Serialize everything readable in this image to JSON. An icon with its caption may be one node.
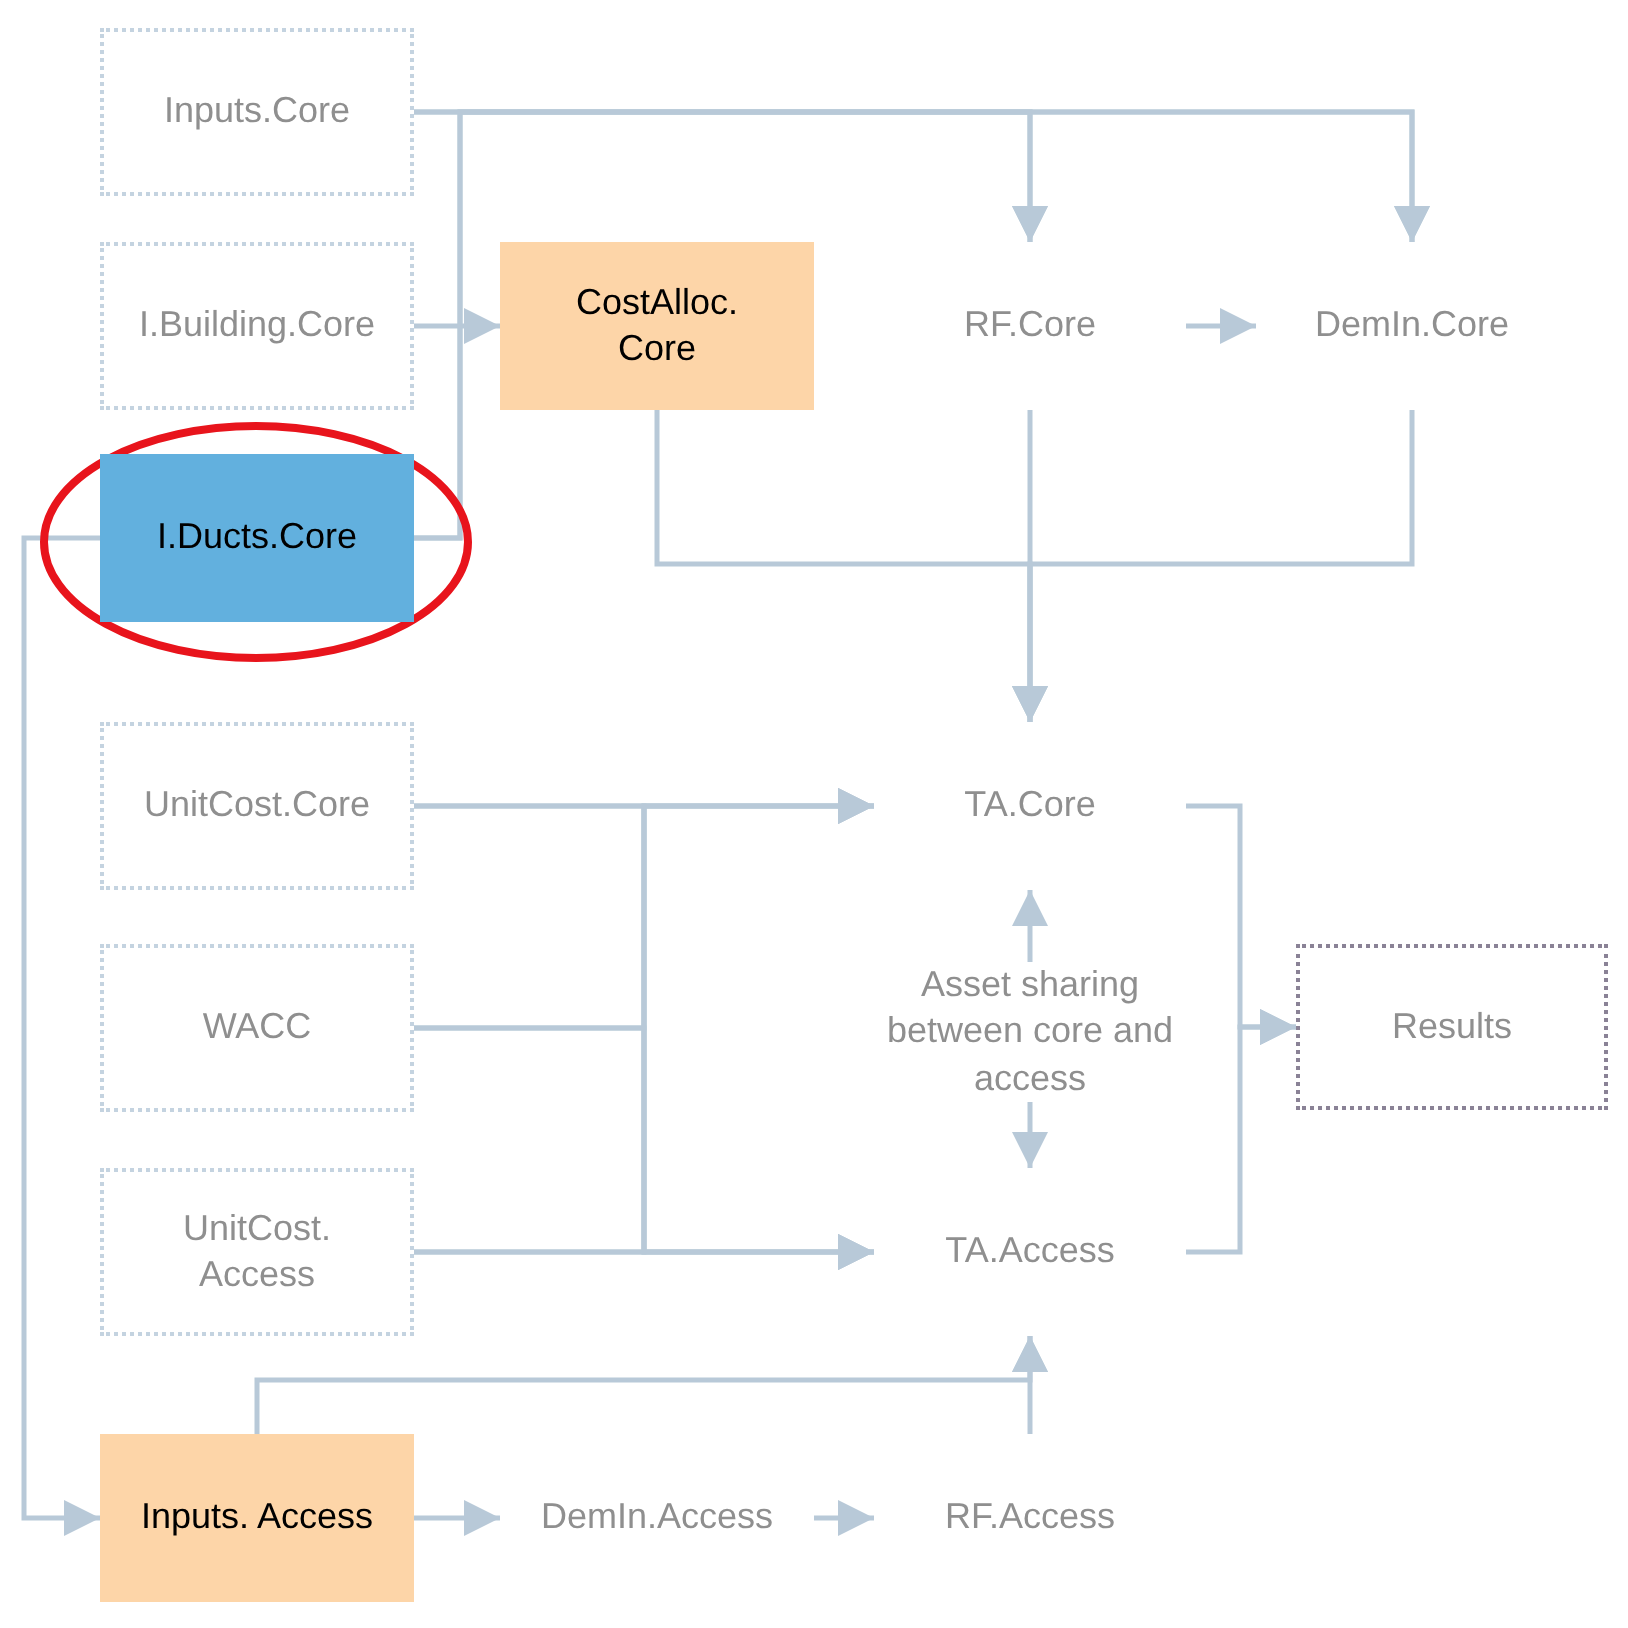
{
  "diagram": {
    "nodes": [
      {
        "text": [
          "Inputs.Core"
        ]
      },
      {
        "text": [
          "I.Building.Core"
        ]
      },
      {
        "text": [
          "CostAlloc. Core"
        ]
      },
      {
        "text": [
          "RF.Core"
        ]
      },
      {
        "text": [
          "DemIn.Core"
        ]
      },
      {
        "text": [
          "I.Ducts.Core"
        ]
      },
      {
        "text": [
          "UnitCost.Core"
        ]
      },
      {
        "text": [
          "TA.Core"
        ]
      },
      {
        "text": [
          "WACC"
        ]
      },
      {
        "text": [
          "Results"
        ]
      },
      {
        "text": [
          "UnitCost. Access"
        ]
      },
      {
        "text": [
          "TA.Access"
        ]
      },
      {
        "text": [
          "Inputs. Access"
        ]
      },
      {
        "text": [
          "DemIn.Access"
        ]
      },
      {
        "text": [
          "RF.Access"
        ]
      }
    ],
    "edges": [
      {
        "from": 0,
        "to": 3,
        "arrow": "to"
      },
      {
        "from": 0,
        "to": 4,
        "arrow": "to"
      },
      {
        "from": 5,
        "to": 3,
        "arrow": "to"
      },
      {
        "from": 5,
        "to": 4,
        "arrow": "to"
      },
      {
        "from": 1,
        "to": 2,
        "arrow": "to"
      },
      {
        "from": 3,
        "to": 4,
        "arrow": "to"
      },
      {
        "from": 2,
        "to": 7,
        "arrow": "to"
      },
      {
        "from": 3,
        "to": 7,
        "arrow": "to"
      },
      {
        "from": 4,
        "to": 7,
        "arrow": "to"
      },
      {
        "from": 6,
        "to": 7,
        "arrow": "to"
      },
      {
        "from": 6,
        "to": 11,
        "arrow": "to"
      },
      {
        "from": 8,
        "to": 7,
        "arrow": "to"
      },
      {
        "from": 8,
        "to": 11,
        "arrow": "to"
      },
      {
        "from": 10,
        "to": 7,
        "arrow": "to"
      },
      {
        "from": 10,
        "to": 11,
        "arrow": "to"
      },
      {
        "from": 7,
        "to": 11,
        "arrow": "both",
        "label": "Asset sharing between core and access"
      },
      {
        "from": 7,
        "to": 9,
        "arrow": "to"
      },
      {
        "from": 11,
        "to": 9,
        "arrow": "to"
      },
      {
        "from": 5,
        "to": 12,
        "arrow": "to"
      },
      {
        "from": 12,
        "to": 11,
        "arrow": "to"
      },
      {
        "from": 14,
        "to": 11,
        "arrow": "to"
      },
      {
        "from": 12,
        "to": 13,
        "arrow": "to"
      },
      {
        "from": 13,
        "to": 14,
        "arrow": "to"
      }
    ]
  }
}
